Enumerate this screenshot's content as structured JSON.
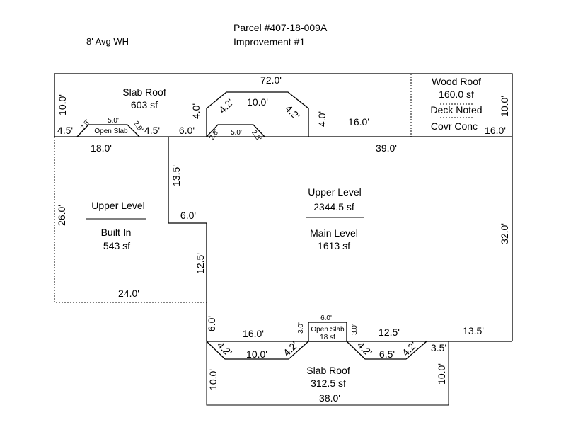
{
  "header": {
    "parcel": "Parcel #407-18-009A",
    "improvement": "Improvement #1",
    "wall_height": "8' Avg WH"
  },
  "areas": {
    "slab_roof_top": {
      "title": "Slab Roof",
      "area": "603 sf"
    },
    "wood_roof": {
      "title": "Wood Roof",
      "area": "160.0 sf",
      "note1": "Deck Noted",
      "note2": "Covr Conc"
    },
    "upper_built_in": {
      "title": "Upper Level",
      "subtitle": "Built In",
      "area": "543 sf"
    },
    "upper_main": {
      "title": "Upper Level",
      "area": "2344.5 sf",
      "subtitle": "Main Level",
      "sub_area": "1613 sf"
    },
    "slab_roof_bottom": {
      "title": "Slab Roof",
      "area": "312.5 sf"
    },
    "open_slab_top": {
      "title": "Open Slab"
    },
    "open_slab_bottom": {
      "title": "Open Slab",
      "area": "18 sf"
    }
  },
  "dimensions": {
    "top_width": "72.0'",
    "left_top_height": "10.0'",
    "slab_left": "4.5'",
    "slab_chamfer_l": "2.8'",
    "slab_open_width": "5.0'",
    "slab_chamfer_r": "2.8'",
    "slab_mid": "4.5'",
    "slab_right": "6.0'",
    "bump_left_side": "4.0'",
    "bump_chamfer_l": "4.2'",
    "bump_top": "10.0'",
    "bump_chamfer_r": "4.2'",
    "bump_right_side": "4.0'",
    "inner_chamfer_l": "2.8'",
    "inner_width": "5.0'",
    "inner_chamfer_r": "2.8'",
    "right_segment": "16.0'",
    "wood_height": "10.0'",
    "wood_width": "16.0'",
    "built_in_top": "18.0'",
    "main_top": "39.0'",
    "step_height": "13.5'",
    "left_height": "26.0'",
    "step_width": "6.0'",
    "right_height": "32.0'",
    "step2_height": "12.5'",
    "built_in_bottom": "24.0'",
    "lower_left_height": "6.0'",
    "lower_seg_l": "16.0'",
    "open_slab_width": "6.0'",
    "open_slab_left": "3.0'",
    "open_slab_right": "3.0'",
    "lower_seg_r": "12.5'",
    "lower_right": "13.5'",
    "bot_chamfer_l1": "4.2'",
    "bot_seg_l": "10.0'",
    "bot_chamfer_l2": "4.2'",
    "bot_chamfer_r1": "4.2'",
    "bot_seg_r": "6.5'",
    "bot_chamfer_r2": "4.2'",
    "bot_right_step": "3.5'",
    "bot_left_height": "10.0'",
    "bot_right_height": "10.0'",
    "bot_width": "38.0'"
  }
}
